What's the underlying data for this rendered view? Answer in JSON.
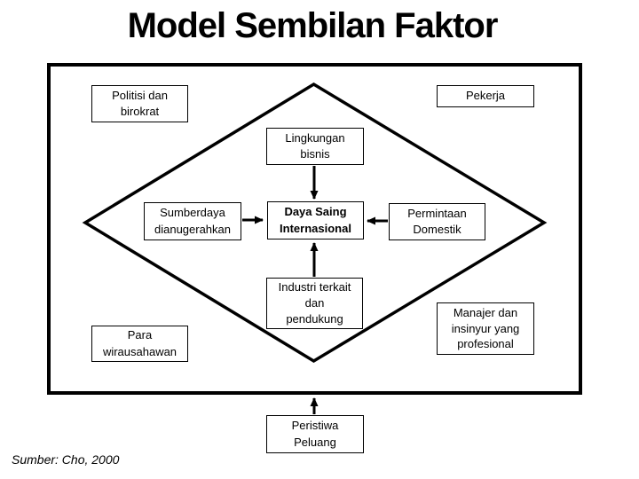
{
  "title": "Model Sembilan Faktor",
  "source_note": "Sumber: Cho, 2000",
  "colors": {
    "ink": "#000000",
    "background": "#ffffff"
  },
  "diagram": {
    "shape": "diamond",
    "nodes": [
      {
        "id": "politisi-dan-birokrat",
        "label": "Politisi dan\nbirokrat"
      },
      {
        "id": "pekerja",
        "label": "Pekerja"
      },
      {
        "id": "lingkungan-bisnis",
        "label": "Lingkungan\nbisnis"
      },
      {
        "id": "sumberdaya-dianugerahkan",
        "label": "Sumberdaya\ndianugerahkan"
      },
      {
        "id": "daya-saing-internasional",
        "label": "Daya Saing\nInternasional",
        "emphasis": true
      },
      {
        "id": "permintaan-domestik",
        "label": "Permintaan\nDomestik"
      },
      {
        "id": "industri-terkait",
        "label": "Industri terkait\ndan\npendukung"
      },
      {
        "id": "manajer-insinyur",
        "label": "Manajer dan\ninsinyur yang\nprofesional"
      },
      {
        "id": "para-wirausahawan",
        "label": "Para\nwirausahawan"
      },
      {
        "id": "peristiwa-peluang",
        "label": "Peristiwa\nPeluang"
      }
    ],
    "arrows": [
      {
        "from": "lingkungan-bisnis",
        "to": "daya-saing-internasional",
        "direction": "down"
      },
      {
        "from": "sumberdaya-dianugerahkan",
        "to": "daya-saing-internasional",
        "direction": "right"
      },
      {
        "from": "permintaan-domestik",
        "to": "daya-saing-internasional",
        "direction": "left"
      },
      {
        "from": "industri-terkait",
        "to": "daya-saing-internasional",
        "direction": "up"
      },
      {
        "from": "peristiwa-peluang",
        "to": "frame",
        "direction": "up"
      }
    ]
  }
}
